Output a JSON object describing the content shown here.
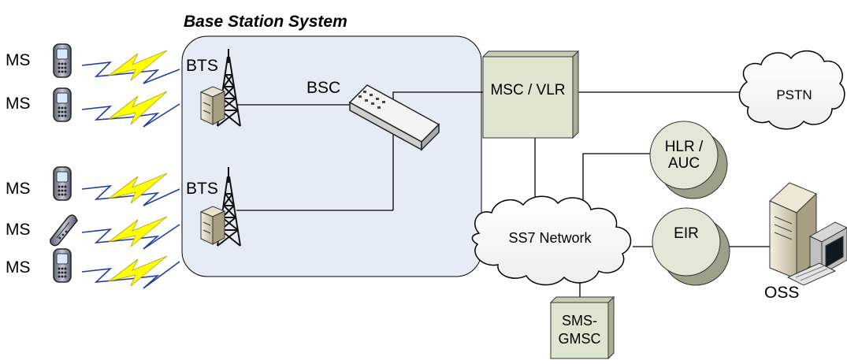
{
  "title": "Base Station System",
  "mobile_stations": [
    "MS",
    "MS",
    "MS",
    "MS",
    "MS"
  ],
  "nodes": {
    "bts_top": "BTS",
    "bts_bottom": "BTS",
    "bsc": "BSC",
    "msc": "MSC / VLR",
    "pstn": "PSTN",
    "hlr": "HLR /\nAUC",
    "ss7": "SS7 Network",
    "eir": "EIR",
    "oss": "OSS",
    "sms": "SMS-\nGMSC"
  },
  "colors": {
    "bss_fill": "#e6ecf6",
    "box_fill": "#dfe6cf",
    "node_fill": "#e4e6d6",
    "bolt_fill": "#ffff00",
    "wave": "#1f3fa0",
    "line": "#000000"
  },
  "icons": {
    "phone": "mobile-phone-icon",
    "flip_phone": "flip-phone-icon",
    "tower": "radio-tower-icon",
    "server": "server-icon",
    "switch": "network-switch-icon",
    "computer": "desktop-computer-icon"
  }
}
